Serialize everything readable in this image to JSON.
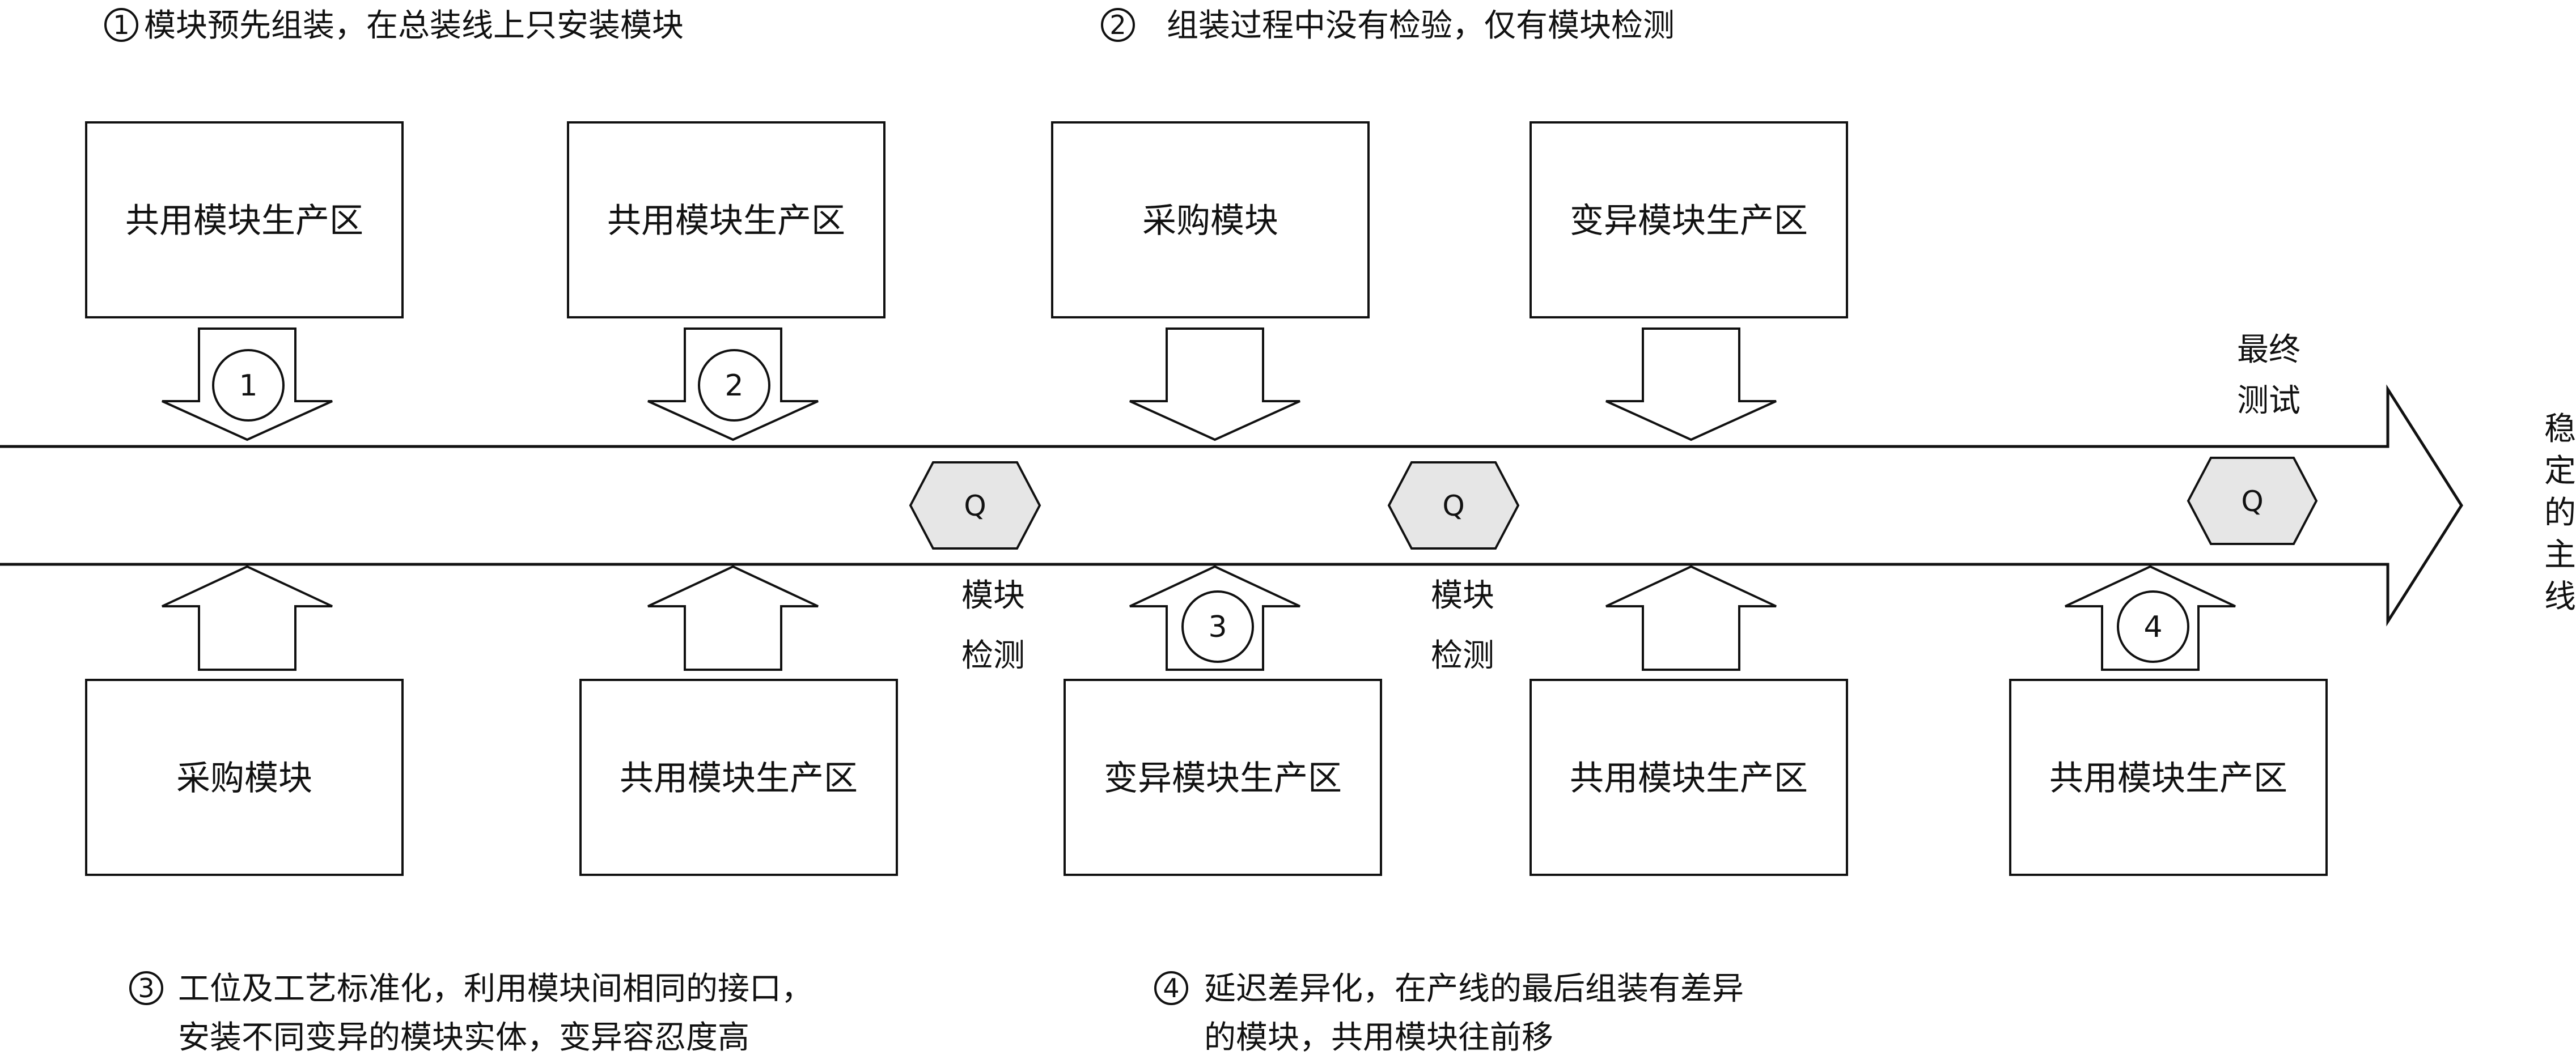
{
  "notes": [
    {
      "num": "1",
      "lines": [
        "模块预先组装，在总装线上只安装模块"
      ]
    },
    {
      "num": "2",
      "lines": [
        "组装过程中没有检验，仅有模块检测"
      ]
    },
    {
      "num": "3",
      "lines": [
        "工位及工艺标准化，利用模块间相同的接口，",
        "安装不同变异的模块实体，变异容忍度高"
      ]
    },
    {
      "num": "4",
      "lines": [
        "延迟差异化，在产线的最后组装有差异",
        "的模块，共用模块往前移"
      ]
    }
  ],
  "top_boxes": [
    {
      "label": "共用模块生产区",
      "badge": "1"
    },
    {
      "label": "共用模块生产区",
      "badge": "2"
    },
    {
      "label": "采购模块",
      "badge": ""
    },
    {
      "label": "变异模块生产区",
      "badge": ""
    }
  ],
  "bottom_boxes": [
    {
      "label": "采购模块",
      "badge": ""
    },
    {
      "label": "共用模块生产区",
      "badge": ""
    },
    {
      "label": "变异模块生产区",
      "badge": "3"
    },
    {
      "label": "共用模块生产区",
      "badge": ""
    },
    {
      "label": "共用模块生产区",
      "badge": "4"
    }
  ],
  "quality_checks": [
    {
      "symbol": "Q",
      "label_lines": [
        "模块",
        "检测"
      ]
    },
    {
      "symbol": "Q",
      "label_lines": [
        "模块",
        "检测"
      ]
    },
    {
      "symbol": "Q",
      "label_lines": [
        "最终",
        "测试"
      ]
    }
  ],
  "main_line_label": [
    "稳",
    "定",
    "的",
    "主",
    "线"
  ],
  "colors": {
    "stroke": "#111111",
    "q_fill": "#e6e6e6",
    "background": "#ffffff"
  }
}
